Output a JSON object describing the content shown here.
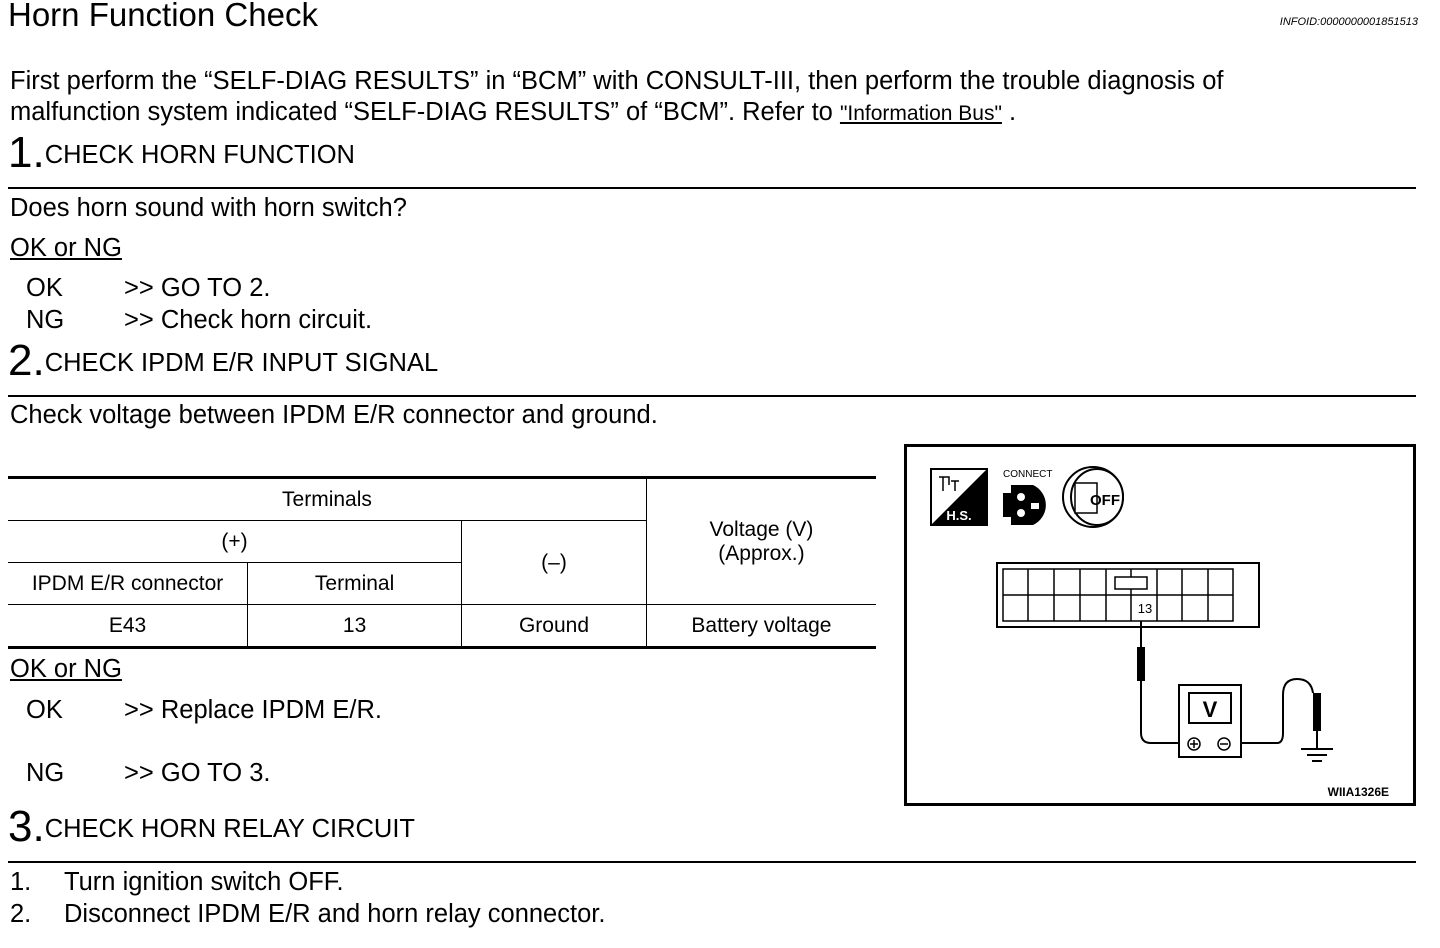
{
  "header": {
    "title": "Horn Function Check",
    "infoid": "INFOID:0000000001851513"
  },
  "intro": {
    "line1": "First perform the “SELF-DIAG RESULTS” in “BCM” with CONSULT-III, then perform the trouble diagnosis of",
    "line2_prefix": "malfunction system indicated “SELF-DIAG RESULTS” of “BCM”. Refer to ",
    "link": "\"Information Bus\"",
    "line2_suffix": " ."
  },
  "steps": [
    {
      "number": "1.",
      "title": "CHECK HORN FUNCTION",
      "question": "Does horn sound with horn switch?",
      "okng": "OK or NG",
      "results": [
        {
          "key": "OK",
          "value": ">> GO TO 2."
        },
        {
          "key": "NG",
          "value": ">> Check horn circuit."
        }
      ]
    },
    {
      "number": "2.",
      "title": "CHECK IPDM E/R INPUT SIGNAL",
      "question": "Check voltage between IPDM E/R connector and ground.",
      "okng": "OK or NG",
      "results": [
        {
          "key": "OK",
          "value": ">> Replace  IPDM  E/R."
        },
        {
          "key": "NG",
          "value": ">> GO TO 3."
        }
      ]
    },
    {
      "number": "3.",
      "title": "CHECK HORN RELAY CIRCUIT",
      "items": [
        {
          "n": "1.",
          "text": "Turn ignition switch OFF."
        },
        {
          "n": "2.",
          "text": "Disconnect IPDM E/R and horn relay connector."
        }
      ]
    }
  ],
  "table": {
    "h_terminals": "Terminals",
    "h_plus": "(+)",
    "h_minus": "(–)",
    "h_voltage_1": "Voltage (V)",
    "h_voltage_2": "(Approx.)",
    "h_connector": "IPDM E/R connector",
    "h_terminal": "Terminal",
    "row": {
      "connector": "E43",
      "terminal": "13",
      "minus": "Ground",
      "voltage": "Battery voltage"
    }
  },
  "diagram": {
    "hs_label": "H.S.",
    "connect_label": "CONNECT",
    "off_label": "OFF",
    "terminal_label": "13",
    "meter_label": "V",
    "code": "WIIA1326E"
  }
}
